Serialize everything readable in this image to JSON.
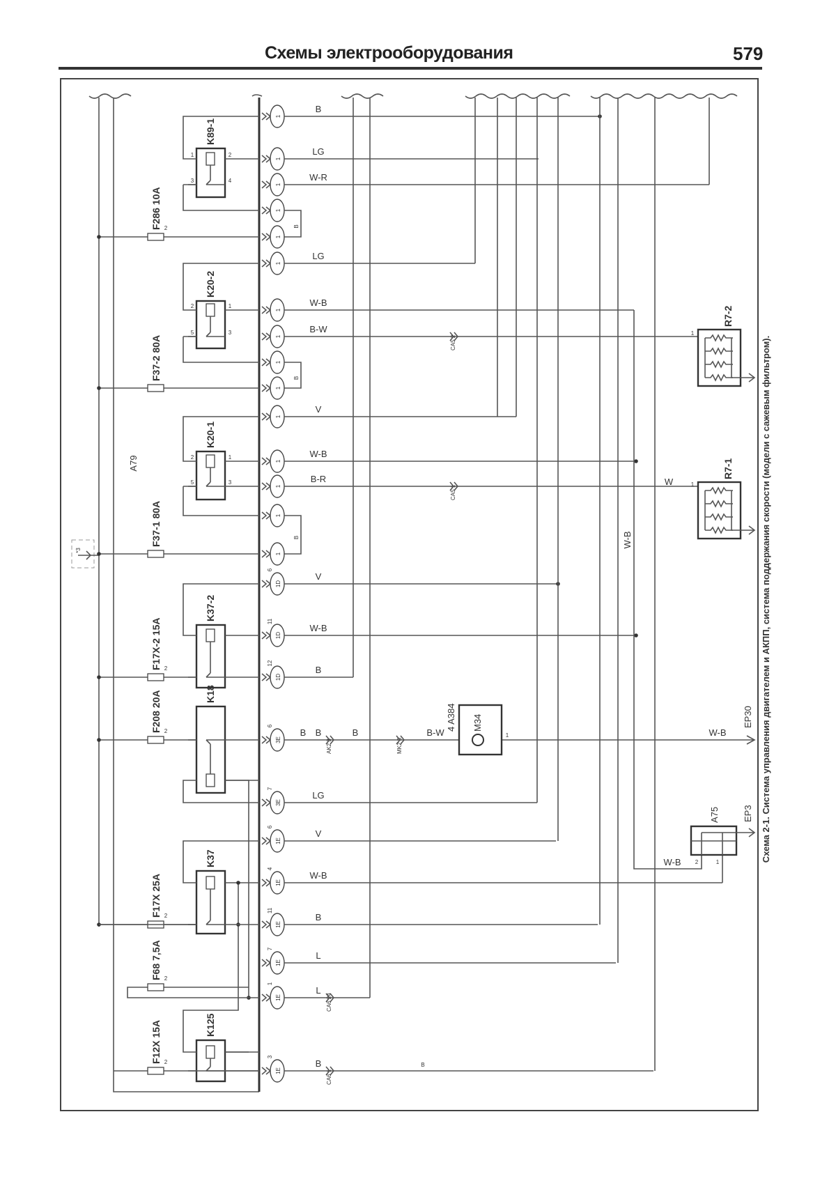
{
  "header": {
    "title": "Схемы электрооборудования",
    "page": "579"
  },
  "caption": "Схема 2-1. Система управления двигателем и АКПП, система поддержания скорости (модели с сажевым фильтром).",
  "module": {
    "label": "A79",
    "ext": "*3"
  },
  "relays": [
    {
      "label": "K89-1",
      "pins": [
        "1",
        "3",
        "2",
        "4"
      ]
    },
    {
      "label": "K20-2",
      "pins": [
        "2",
        "5",
        "1",
        "3"
      ]
    },
    {
      "label": "K20-1",
      "pins": [
        "2",
        "5",
        "1",
        "3"
      ]
    },
    {
      "label": "K37-2"
    },
    {
      "label": "K18"
    },
    {
      "label": "K37"
    },
    {
      "label": "K125"
    }
  ],
  "fuses": [
    {
      "label": "F286 10A",
      "pin": "2"
    },
    {
      "label": "F37-2 80A",
      "pin": ""
    },
    {
      "label": "F37-1 80A",
      "pin": ""
    },
    {
      "label": "F17X-2 15A",
      "pin": "2"
    },
    {
      "label": "F208 20A",
      "pin": "2"
    },
    {
      "label": "F17X 25A",
      "pin": "2"
    },
    {
      "label": "F68 7,5A",
      "pin": "2"
    },
    {
      "label": "F12X 15A",
      "pin": "2"
    }
  ],
  "jumper_label": "B",
  "rows": [
    {
      "wire": "B",
      "conn": "1",
      "pin": ""
    },
    {
      "wire": "LG",
      "conn": "1",
      "pin": ""
    },
    {
      "wire": "W-R",
      "conn": "1",
      "pin": ""
    },
    {
      "wire": "",
      "conn": "1",
      "pin": ""
    },
    {
      "wire": "",
      "conn": "1",
      "pin": ""
    },
    {
      "wire": "LG",
      "conn": "1",
      "pin": ""
    },
    {
      "wire": "W-B",
      "conn": "1",
      "pin": ""
    },
    {
      "wire": "B-W",
      "conn": "1",
      "pin": ""
    },
    {
      "wire": "",
      "conn": "1",
      "pin": ""
    },
    {
      "wire": "",
      "conn": "1",
      "pin": ""
    },
    {
      "wire": "V",
      "conn": "1",
      "pin": ""
    },
    {
      "wire": "W-B",
      "conn": "1",
      "pin": ""
    },
    {
      "wire": "B-R",
      "conn": "1",
      "pin": ""
    },
    {
      "wire": "",
      "conn": "1",
      "pin": ""
    },
    {
      "wire": "",
      "conn": "1",
      "pin": ""
    },
    {
      "wire": "V",
      "conn": "1D",
      "pin": "6"
    },
    {
      "wire": "W-B",
      "conn": "1D",
      "pin": "11"
    },
    {
      "wire": "B",
      "conn": "1D",
      "pin": "12"
    },
    {
      "wire": "B",
      "conn": "3E",
      "pin": "6"
    },
    {
      "wire": "LG",
      "conn": "3E",
      "pin": "7"
    },
    {
      "wire": "V",
      "conn": "1E",
      "pin": "6"
    },
    {
      "wire": "W-B",
      "conn": "1E",
      "pin": "4"
    },
    {
      "wire": "B",
      "conn": "1E",
      "pin": "11"
    },
    {
      "wire": "L",
      "conn": "1E",
      "pin": "7"
    },
    {
      "wire": "L",
      "conn": "1E",
      "pin": "1"
    },
    {
      "wire": "B",
      "conn": "1E",
      "pin": "3"
    }
  ],
  "inline_connectors": [
    {
      "label": "CA5 2"
    },
    {
      "label": "CA5 1"
    },
    {
      "label": "AK2 3"
    },
    {
      "label": "MK2 3"
    },
    {
      "label": "CA6 24"
    },
    {
      "label": "CA6 1"
    }
  ],
  "components": {
    "r7_2": "R7-2",
    "r7_1": "R7-1",
    "r7_pin": "1",
    "motor": "M34",
    "motor_connector": "4 A384",
    "motor_pin": "1",
    "a75": "A75",
    "a75_pins": [
      "2",
      "1"
    ],
    "ep30": "EP30",
    "ep3": "EP3"
  },
  "extra_wire_labels": {
    "r7_1_feed": "W",
    "vertical_wb": "W-B",
    "ep30_wire": "W-B",
    "a75_wire": "W-B",
    "k18_b1": "B",
    "k18_b2": "B",
    "motor_feed": "B-W",
    "bottom_b": "B"
  }
}
